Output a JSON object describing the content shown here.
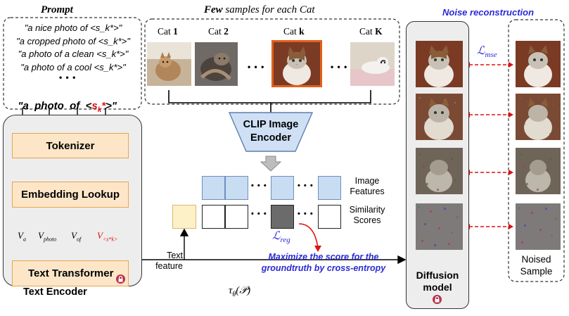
{
  "prompt": {
    "title": "Prompt",
    "lines": [
      "\"a nice photo of <s_k*>\"",
      "\"a cropped photo of <s_k*>\"",
      "\"a photo of a clean <s_k*>\"",
      "\"a photo of a cool <s_k*>\""
    ],
    "ellipsis": "• • •",
    "final_prefix": "\"a  photo  of  <",
    "final_token": "s",
    "final_sub": "k",
    "final_star": "*",
    "final_suffix": ">\""
  },
  "samples": {
    "title_emph": "Few",
    "title_rest": " samples for each Cat",
    "cats": [
      {
        "label": "Cat ",
        "num": "1"
      },
      {
        "label": "Cat ",
        "num": "2"
      },
      {
        "label": "Cat ",
        "num": "k"
      },
      {
        "label": "Cat ",
        "num": "K"
      }
    ],
    "dots": "• • •"
  },
  "clip": {
    "label_line1": "CLIP Image",
    "label_line2": "Encoder"
  },
  "text_encoder": {
    "tokenizer": "Tokenizer",
    "embedding": "Embedding Lookup",
    "transformer": "Text Transformer",
    "caption": "Text Encoder",
    "vectors": [
      "V",
      "V",
      "V",
      "V"
    ],
    "vector_subs": [
      "a",
      "photo",
      "of",
      "<s*k>"
    ]
  },
  "features": {
    "image_label": [
      "Image",
      "Features"
    ],
    "similarity_label": [
      "Similarity",
      "Scores"
    ],
    "text_feature_label": [
      "Text",
      "feature"
    ],
    "dots": "• • •"
  },
  "losses": {
    "reg": "ℒ",
    "reg_sub": "reg",
    "mse": "ℒ",
    "mse_sub": "mse",
    "objective_line1": "Maximize the score for the",
    "objective_line2": "groundtruth by cross-entropy"
  },
  "tau": {
    "symbol": "τ",
    "sub": "θ",
    "arg": "(𝒫)"
  },
  "noise": {
    "title": "Noise reconstruction"
  },
  "diffusion": {
    "label_line1": "Diffusion",
    "label_line2": "model"
  },
  "noised": {
    "label_line1": "Noised",
    "label_line2": "Sample"
  },
  "colors": {
    "accent_blue": "#2a2ad6",
    "red": "#e01010",
    "orange_fill": "#fde6c8",
    "orange_border": "#e8a44a",
    "feature_blue": "#c8dcf2",
    "clip_blue": "#cfe0f5",
    "panel_gray": "#ededed",
    "yellow": "#fdf1c8",
    "highlight_orange": "#e0601a"
  }
}
